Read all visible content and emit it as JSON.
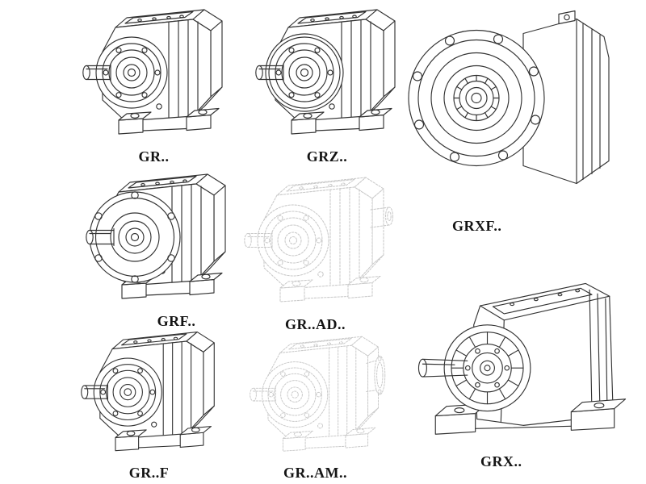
{
  "page": {
    "background": "#ffffff",
    "description_labels_only": "catalog sheet of gear reducer outline drawings"
  },
  "colors": {
    "line": "#333333",
    "ghost_line": "#c9c9c9",
    "label_text": "#141414"
  },
  "figures": [
    {
      "id": "gr",
      "label": "GR.."
    },
    {
      "id": "grz",
      "label": "GRZ.."
    },
    {
      "id": "grxf",
      "label": "GRXF.."
    },
    {
      "id": "grf",
      "label": "GRF.."
    },
    {
      "id": "grad",
      "label": "GR..AD.."
    },
    {
      "id": "grx",
      "label": "GRX.."
    },
    {
      "id": "grff",
      "label": "GR..F"
    },
    {
      "id": "gram",
      "label": "GR..AM.."
    }
  ]
}
